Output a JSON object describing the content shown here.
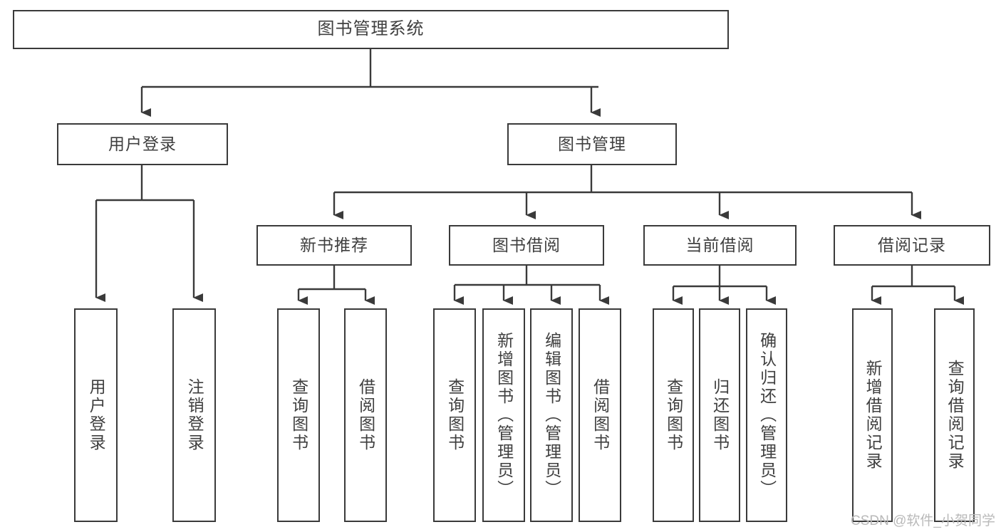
{
  "diagram": {
    "title": "图书管理系统",
    "type": "tree",
    "colors": {
      "stroke": "#3a3a3a",
      "text": "#3f3f3f",
      "background": "#ffffff",
      "watermark": "#b9b9b9"
    },
    "root": {
      "label": "图书管理系统"
    },
    "level2": [
      {
        "label": "用户登录"
      },
      {
        "label": "图书管理"
      }
    ],
    "level3": [
      {
        "label": "新书推荐"
      },
      {
        "label": "图书借阅"
      },
      {
        "label": "当前借阅"
      },
      {
        "label": "借阅记录"
      }
    ],
    "leaves": {
      "user_login": [
        {
          "label": "用户登录"
        },
        {
          "label": "注销登录"
        }
      ],
      "new_book": [
        {
          "label": "查询图书"
        },
        {
          "label": "借阅图书"
        }
      ],
      "book_borrow": [
        {
          "label": "查询图书"
        },
        {
          "label": "新增图书（管理员）"
        },
        {
          "label": "编辑图书（管理员）"
        },
        {
          "label": "借阅图书"
        }
      ],
      "current_borrow": [
        {
          "label": "查询图书"
        },
        {
          "label": "归还图书"
        },
        {
          "label": "确认归还（管理员）"
        }
      ],
      "borrow_record": [
        {
          "label": "新增借阅记录"
        },
        {
          "label": "查询借阅记录"
        }
      ]
    }
  },
  "watermark": "CSDN @软件_小贺同学"
}
